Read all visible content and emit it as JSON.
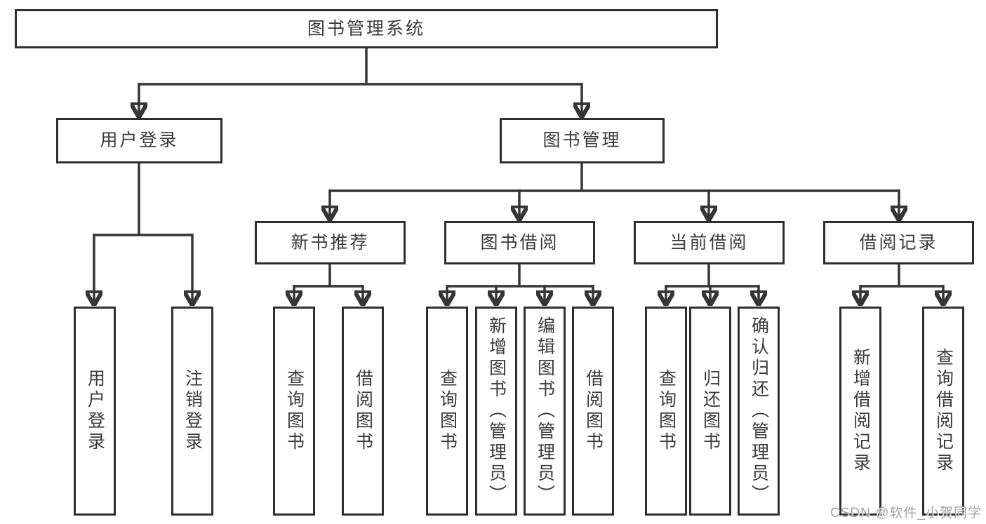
{
  "nodes": {
    "root": {
      "label": "图书管理系统"
    },
    "user_login": {
      "label": "用户登录"
    },
    "book_mgmt": {
      "label": "图书管理"
    },
    "new_book": {
      "label": "新书推荐"
    },
    "book_borrow": {
      "label": "图书借阅"
    },
    "current_borrow": {
      "label": "当前借阅"
    },
    "borrow_record": {
      "label": "借阅记录"
    }
  },
  "leaves": {
    "user_login": {
      "label": "用户登录"
    },
    "logout": {
      "label": "注销登录"
    },
    "nb_query_book": {
      "label": "查询图书"
    },
    "nb_borrow_book": {
      "label": "借阅图书"
    },
    "bb_query_book": {
      "label": "查询图书"
    },
    "bb_add_book": {
      "label": "新增图书（管理员）"
    },
    "bb_edit_book": {
      "label": "编辑图书（管理员）"
    },
    "bb_borrow_book": {
      "label": "借阅图书"
    },
    "cb_query_book": {
      "label": "查询图书"
    },
    "cb_return_book": {
      "label": "归还图书"
    },
    "cb_confirm_return": {
      "label": "确认归还（管理员）"
    },
    "br_add_record": {
      "label": "新增借阅记录"
    },
    "br_query_record": {
      "label": "查询借阅记录"
    }
  },
  "watermark": {
    "text": "CSDN @软件_小贺同学"
  },
  "colors": {
    "line": "#353535",
    "box_border": "#2f2f2f",
    "text": "#3a3a3a",
    "watermark": "#a3a3a3",
    "background": "#ffffff"
  }
}
